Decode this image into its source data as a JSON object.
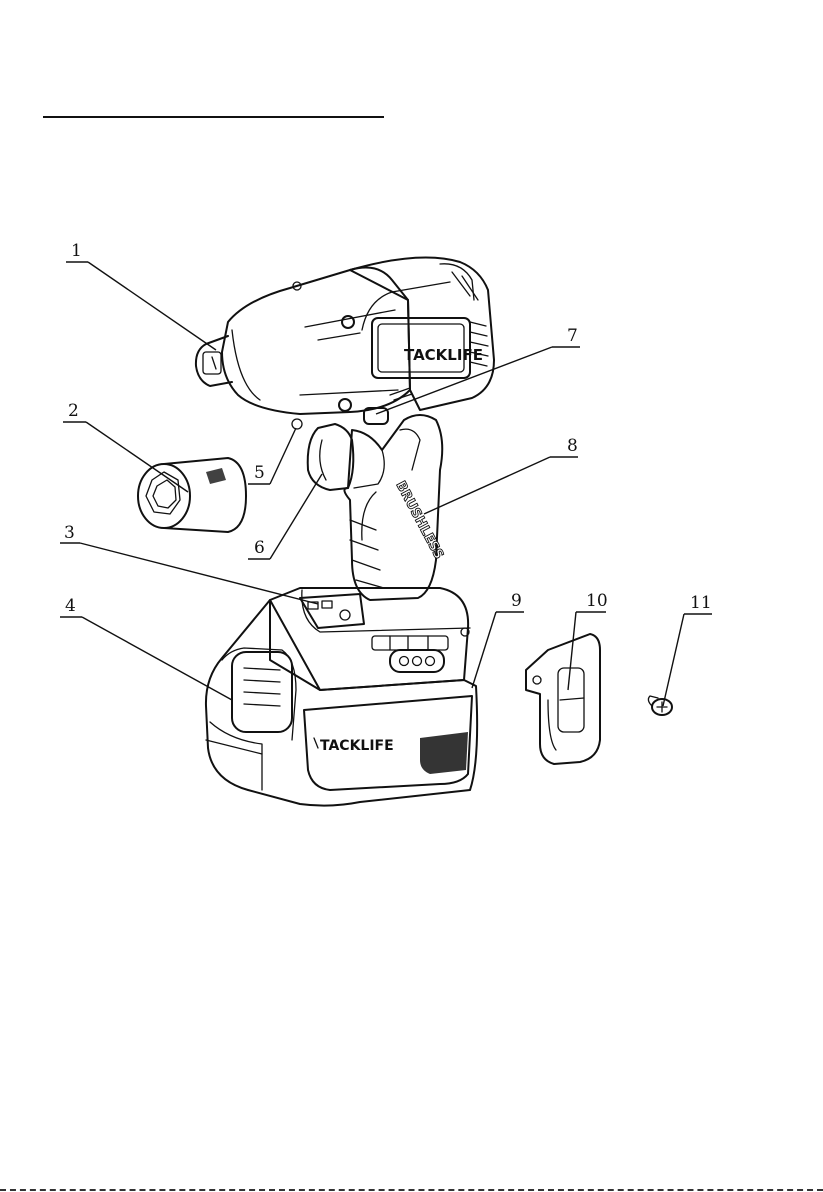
{
  "figure": {
    "callouts": [
      {
        "id": "callout-1",
        "label": "1"
      },
      {
        "id": "callout-2",
        "label": "2"
      },
      {
        "id": "callout-3",
        "label": "3"
      },
      {
        "id": "callout-4",
        "label": "4"
      },
      {
        "id": "callout-5",
        "label": "5"
      },
      {
        "id": "callout-6",
        "label": "6"
      },
      {
        "id": "callout-7",
        "label": "7"
      },
      {
        "id": "callout-8",
        "label": "8"
      },
      {
        "id": "callout-9",
        "label": "9"
      },
      {
        "id": "callout-10",
        "label": "10"
      },
      {
        "id": "callout-11",
        "label": "11"
      }
    ],
    "brand_head": "TACKLIFE",
    "brand_battery": "TACKLIFE",
    "handle_text": "BRUSHLESS"
  }
}
